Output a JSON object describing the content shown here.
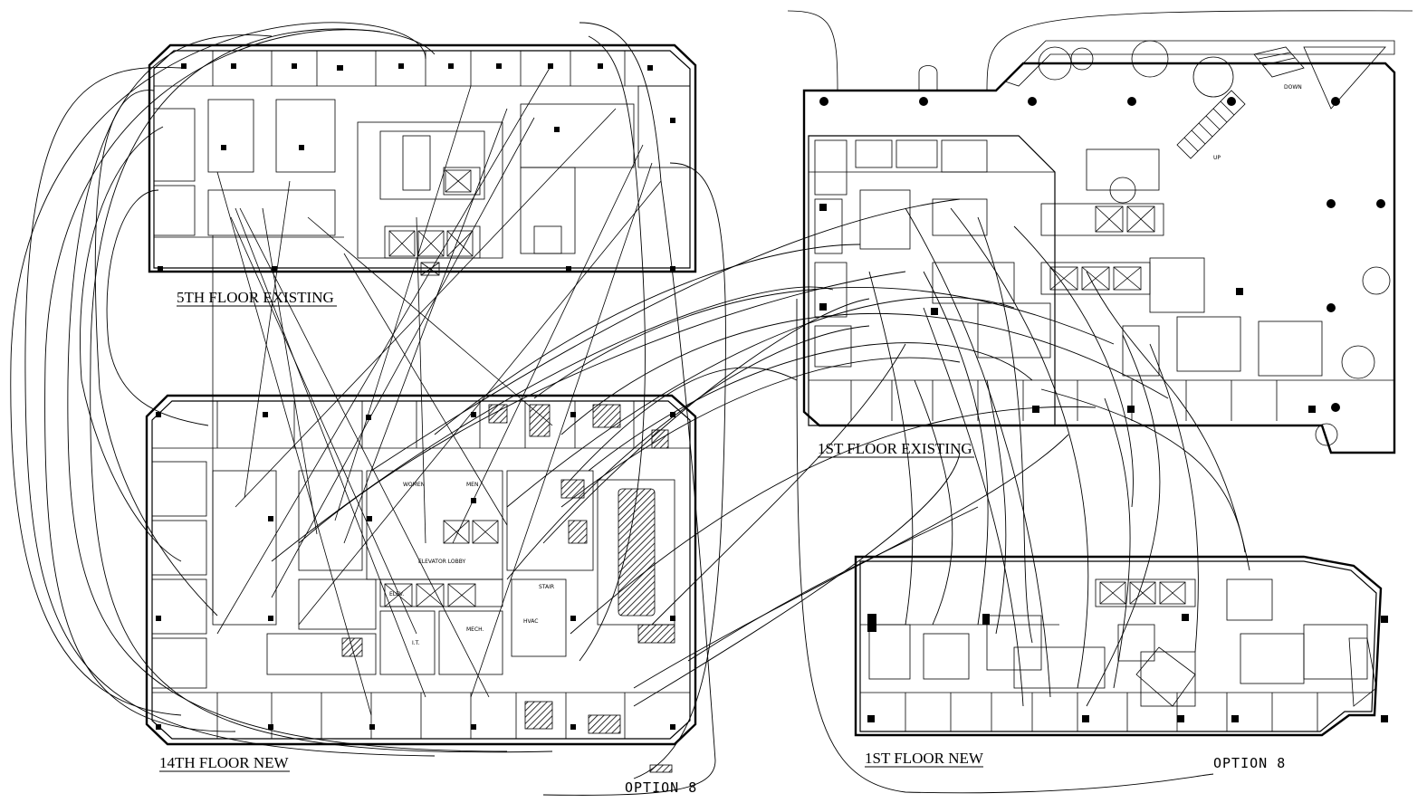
{
  "drawing": {
    "labels": {
      "floor5": "5TH FLOOR EXISTING",
      "floor14": "14TH FLOOR NEW",
      "floor1_existing": "1ST FLOOR EXISTING",
      "floor1_new": "1ST FLOOR NEW",
      "option_left": "OPTION 8",
      "option_right": "OPTION 8"
    },
    "small_labels": {
      "women": "WOMEN",
      "men": "MEN",
      "elevator_lobby": "ELEVATOR LOBBY",
      "mech": "MECH.",
      "it": "I.T.",
      "elev": "ELEV.",
      "stair": "STAIR",
      "hvac": "HVAC",
      "up": "UP",
      "down": "DOWN"
    },
    "colors": {
      "ink": "#000000",
      "paper": "#ffffff"
    }
  }
}
